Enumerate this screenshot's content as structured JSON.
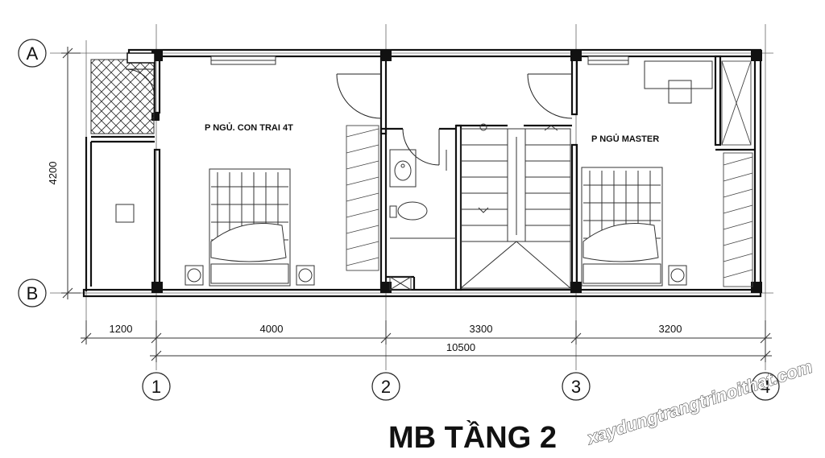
{
  "grid": {
    "rows": [
      "A",
      "B"
    ],
    "columns": [
      "1",
      "2",
      "3",
      "4"
    ]
  },
  "dimensions": {
    "vertical": "4200",
    "bays": [
      "1200",
      "4000",
      "3300",
      "3200"
    ],
    "total": "10500"
  },
  "rooms": {
    "bedroom_son": "P NGỦ. CON TRAI 4T",
    "bedroom_master": "P NGỦ MASTER"
  },
  "title": "MB TẦNG 2",
  "watermark": "xaydungtrangtrinoithat.com"
}
